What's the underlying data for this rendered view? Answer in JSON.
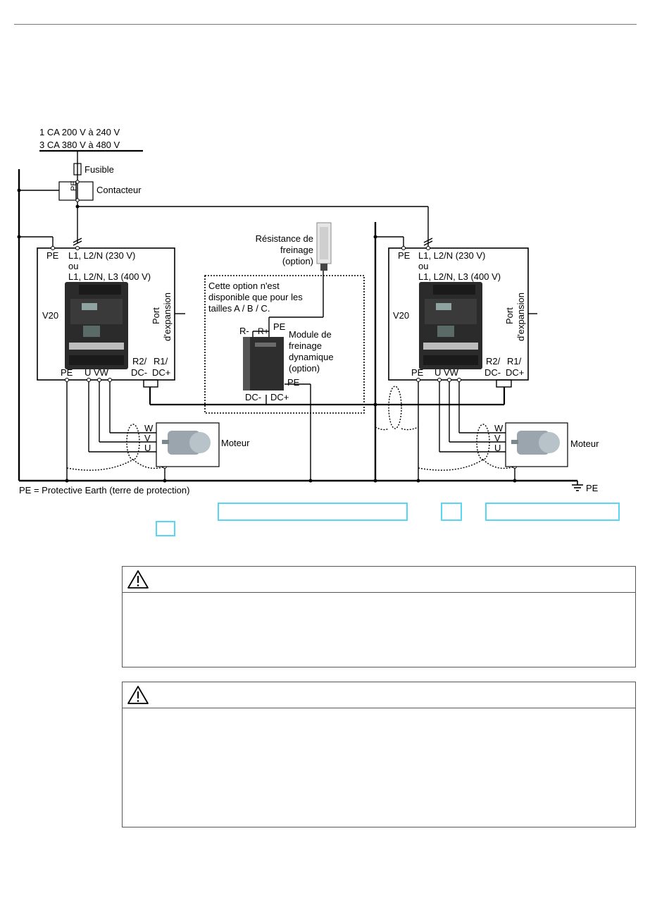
{
  "supply": {
    "line1": "1 CA 200 V à 240 V",
    "line2": "3 CA 380 V à 480 V"
  },
  "labels": {
    "fusible": "Fusible",
    "contacteur": "Contacteur",
    "pe": "PE",
    "l1_230": "L1, L2/N (230 V)",
    "ou": "ou",
    "l1_400": "L1, L2/N, L3 (400 V)",
    "v20": "V20",
    "port_line1": "Port",
    "port_line2": "d'expansion",
    "r2": "R2/",
    "r1": "R1/",
    "dc_minus": "DC-",
    "dc_plus": "DC+",
    "u": "U",
    "v": "V",
    "w": "W",
    "uvw_bottom": "U VW",
    "moteur": "Moteur",
    "resistance_line1": "Résistance de",
    "resistance_line2": "freinage",
    "resistance_line3": "(option)",
    "option_line1": "Cette option n'est",
    "option_line2": "disponible que pour les",
    "option_line3": "tailles A / B / C.",
    "r_minus": "R-",
    "r_plus": "R+",
    "module_line1": "Module de",
    "module_line2": "freinage",
    "module_line3": "dynamique",
    "module_line4": "(option)",
    "pe_footnote": "PE = Protective Earth (terre de protection)",
    "ground_pe": "PE"
  },
  "icons": {
    "warning": "warning-triangle-icon",
    "ground": "ground-icon"
  },
  "colors": {
    "link_highlight": "#5ad6f5"
  }
}
